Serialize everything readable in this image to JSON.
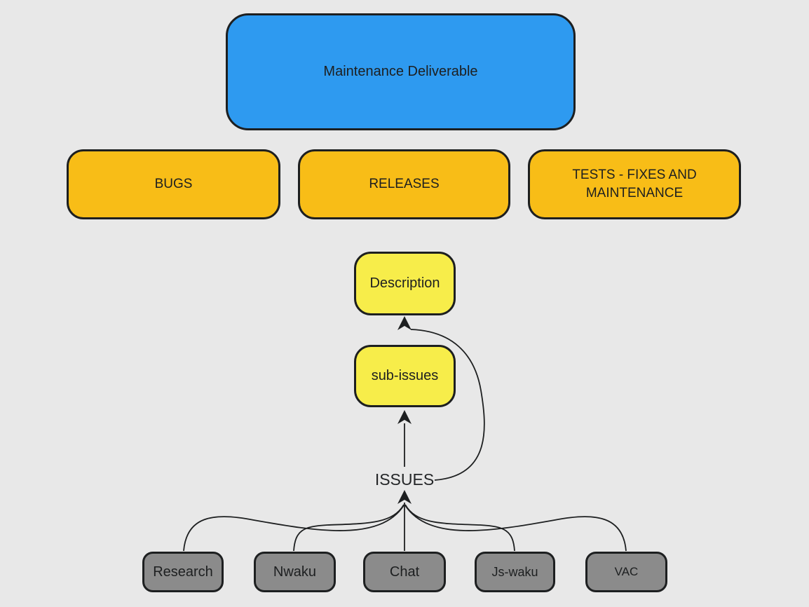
{
  "canvas": {
    "background": "#e8e8e8",
    "stroke": "#1d1f20"
  },
  "nodes": {
    "root": {
      "label": "Maintenance Deliverable",
      "fill": "#2e9af0"
    },
    "bugs": {
      "label": "BUGS",
      "fill": "#f8bd17"
    },
    "releases": {
      "label": "RELEASES",
      "fill": "#f8bd17"
    },
    "tests": {
      "label": "TESTS - FIXES AND MAINTENANCE",
      "fill": "#f8bd17"
    },
    "description": {
      "label": "Description",
      "fill": "#f7ed4a"
    },
    "sub_issues": {
      "label": "sub-issues",
      "fill": "#f7ed4a"
    },
    "issues": {
      "label": "ISSUES"
    },
    "research": {
      "label": "Research",
      "fill": "#8b8b8b"
    },
    "nwaku": {
      "label": "Nwaku",
      "fill": "#8b8b8b"
    },
    "chat": {
      "label": "Chat",
      "fill": "#8b8b8b"
    },
    "js_waku": {
      "label": "Js-waku",
      "fill": "#8b8b8b"
    },
    "vac": {
      "label": "VAC",
      "fill": "#8b8b8b"
    }
  },
  "edges": [
    {
      "from": "Research",
      "to": "ISSUES"
    },
    {
      "from": "Nwaku",
      "to": "ISSUES"
    },
    {
      "from": "Chat",
      "to": "ISSUES"
    },
    {
      "from": "Js-waku",
      "to": "ISSUES"
    },
    {
      "from": "VAC",
      "to": "ISSUES"
    },
    {
      "from": "ISSUES",
      "to": "sub-issues"
    },
    {
      "from": "ISSUES",
      "to": "Description"
    }
  ]
}
